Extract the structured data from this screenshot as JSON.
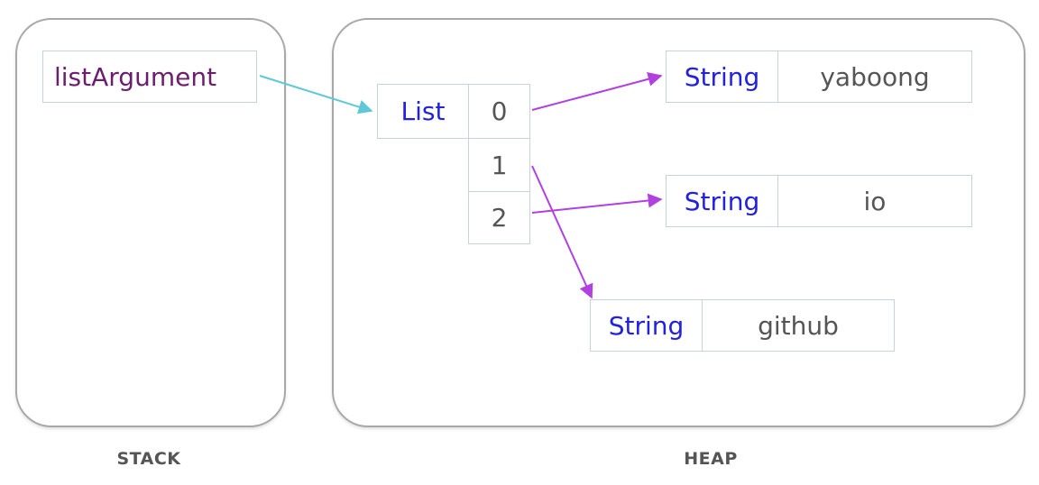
{
  "stack": {
    "label": "STACK",
    "variable": "listArgument"
  },
  "heap": {
    "label": "HEAP",
    "list": {
      "type": "List",
      "indices": [
        "0",
        "1",
        "2"
      ]
    },
    "strings": [
      {
        "type": "String",
        "value": "yaboong"
      },
      {
        "type": "String",
        "value": "io"
      },
      {
        "type": "String",
        "value": "github"
      }
    ]
  },
  "colors": {
    "reference_arrow": "#5ec8d8",
    "element_arrow": "#b040e0",
    "type_text": "#2222dd",
    "variable_text": "#6b1d6e"
  }
}
